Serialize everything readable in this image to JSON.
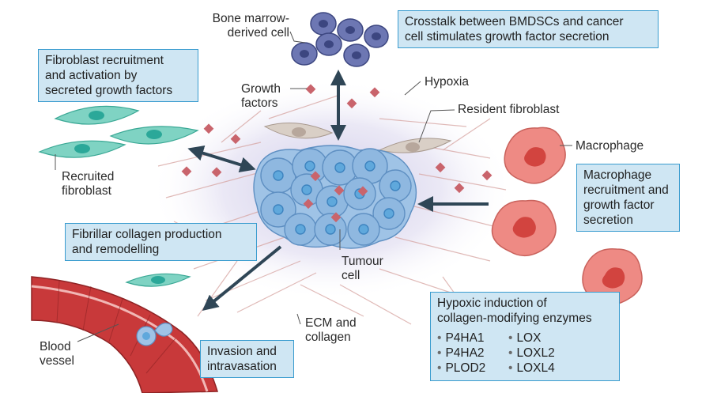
{
  "boxes": {
    "crosstalk": [
      "Crosstalk between BMDSCs and cancer",
      "cell stimulates growth factor secretion"
    ],
    "fibroblast": [
      "Fibroblast recruitment",
      "and activation by",
      "secreted growth factors"
    ],
    "macrophage": [
      "Macrophage",
      "recruitment and",
      "growth factor",
      "secretion"
    ],
    "collagen": [
      "Fibrillar collagen production",
      "and remodelling"
    ],
    "invasion": [
      "Invasion and",
      "intravasation"
    ],
    "hypoxic": [
      "Hypoxic induction of",
      "collagen-modifying enzymes"
    ]
  },
  "enzymes": {
    "left": [
      "P4HA1",
      "P4HA2",
      "PLOD2"
    ],
    "right": [
      "LOX",
      "LOXL2",
      "LOXL4"
    ]
  },
  "labels": {
    "bone_marrow": [
      "Bone marrow-",
      "derived cell"
    ],
    "growth_factors": [
      "Growth",
      "factors"
    ],
    "hypoxia": "Hypoxia",
    "resident_fibroblast": "Resident fibroblast",
    "macrophage": "Macrophage",
    "recruited_fibroblast": [
      "Recruited",
      "fibroblast"
    ],
    "tumour_cell": [
      "Tumour",
      "cell"
    ],
    "ecm": [
      "ECM and",
      "collagen"
    ],
    "blood_vessel": [
      "Blood",
      "vessel"
    ]
  },
  "colors": {
    "box_fill": "#cfe6f3",
    "box_border": "#3a9ccf",
    "tumour": "#8fb8e0",
    "fibroblast": "#7fd3c3",
    "macrophage": "#ee8a84",
    "vessel": "#c8393a",
    "growth_factor": "#c9646c",
    "bmdsc": "#6d77b3",
    "arrow": "#2f4656"
  }
}
